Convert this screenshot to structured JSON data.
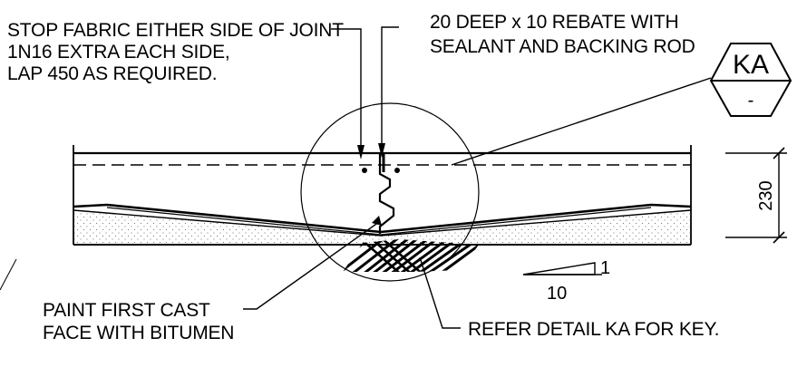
{
  "notes": {
    "stop_fabric": {
      "line1": "STOP FABRIC EITHER SIDE OF JOINT",
      "line2": "1N16 EXTRA EACH SIDE,",
      "line3": "LAP 450 AS REQUIRED."
    },
    "rebate": {
      "line1": "20 DEEP x 10 REBATE WITH",
      "line2": "SEALANT AND BACKING ROD"
    },
    "paint": {
      "line1": "PAINT FIRST CAST",
      "line2": "FACE WITH BITUMEN"
    },
    "refer": {
      "line1": "REFER DETAIL KA FOR KEY."
    }
  },
  "detail_tag": {
    "top": "KA",
    "bottom": "-"
  },
  "dimension": {
    "value": "230"
  },
  "slope": {
    "rise": "1",
    "run": "10"
  }
}
